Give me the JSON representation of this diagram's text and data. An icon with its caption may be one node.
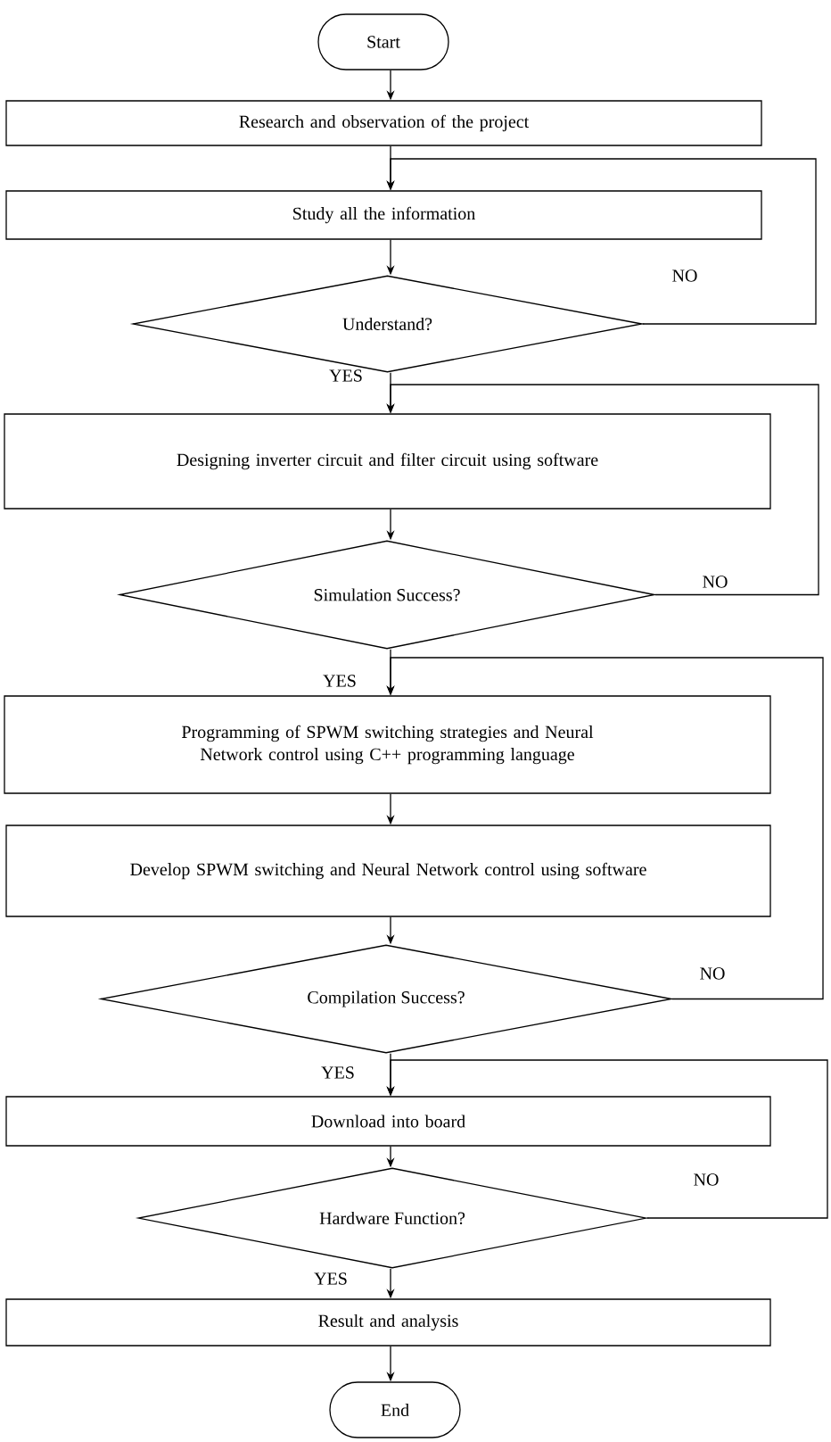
{
  "diagram": {
    "nodes": [
      {
        "text": [
          "Start"
        ]
      },
      {
        "text": [
          "Research and observation of the project"
        ]
      },
      {
        "text": [
          "Study all the information"
        ]
      },
      {
        "text": [
          "Understand?"
        ]
      },
      {
        "text": [
          "Designing inverter circuit and filter circuit using software"
        ]
      },
      {
        "text": [
          "Simulation Success?"
        ]
      },
      {
        "text": [
          "Programming of SPWM switching strategies and Neural Network control using C++ programming language"
        ]
      },
      {
        "text": [
          "Develop SPWM switching and Neural Network control using software"
        ]
      },
      {
        "text": [
          "Compilation Success?"
        ]
      },
      {
        "text": [
          "Download into board"
        ]
      },
      {
        "text": [
          "Hardware Function?"
        ]
      },
      {
        "text": [
          "Result and analysis"
        ]
      },
      {
        "text": [
          "End"
        ]
      }
    ],
    "edges": [
      {
        "from": 0,
        "to": 1,
        "arrow": "to"
      },
      {
        "from": 1,
        "to": 2,
        "arrow": "to"
      },
      {
        "from": 2,
        "to": 3,
        "arrow": "to"
      },
      {
        "from": 3,
        "to": 2,
        "arrow": "to",
        "label": "NO"
      },
      {
        "from": 3,
        "to": 4,
        "arrow": "to",
        "label": "YES"
      },
      {
        "from": 4,
        "to": 5,
        "arrow": "to"
      },
      {
        "from": 5,
        "to": 4,
        "arrow": "to",
        "label": "NO"
      },
      {
        "from": 5,
        "to": 6,
        "arrow": "to",
        "label": "YES"
      },
      {
        "from": 6,
        "to": 7,
        "arrow": "to"
      },
      {
        "from": 7,
        "to": 8,
        "arrow": "to"
      },
      {
        "from": 8,
        "to": 6,
        "arrow": "to",
        "label": "NO"
      },
      {
        "from": 8,
        "to": 9,
        "arrow": "to",
        "label": "YES"
      },
      {
        "from": 9,
        "to": 10,
        "arrow": "to"
      },
      {
        "from": 10,
        "to": 9,
        "arrow": "to",
        "label": "NO"
      },
      {
        "from": 10,
        "to": 11,
        "arrow": "to",
        "label": "YES"
      },
      {
        "from": 11,
        "to": 12,
        "arrow": "to"
      }
    ]
  }
}
